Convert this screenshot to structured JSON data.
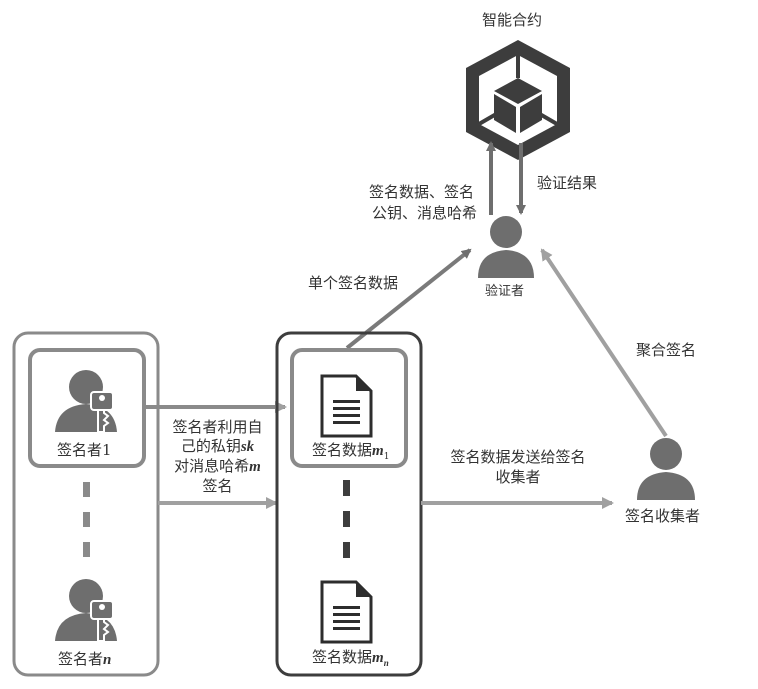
{
  "diagram": {
    "nodes": {
      "smart_contract": {
        "label": "智能合约"
      },
      "verifier": {
        "label": "验证者"
      },
      "collector": {
        "label": "签名收集者"
      },
      "signer_1": {
        "label": "签名者",
        "index": "1"
      },
      "signer_n": {
        "label": "签名者",
        "index": "n"
      },
      "sig_data_1": {
        "label": "签名数据",
        "var": "m",
        "sub": "1"
      },
      "sig_data_n": {
        "label": "签名数据",
        "var": "m",
        "sub": "n"
      }
    },
    "edges": {
      "to_contract": {
        "label_line1": "签名数据、签名",
        "label_line2": "公钥、消息哈希"
      },
      "verify_result": {
        "label": "验证结果"
      },
      "single_sig": {
        "label": "单个签名数据"
      },
      "aggregate": {
        "label": "聚合签名"
      },
      "send_collector": {
        "label_line1": "签名数据发送给签名",
        "label_line2": "收集者"
      },
      "sign": {
        "line1": "签名者利用自",
        "line2_pre": "己的私钥",
        "line2_var": "sk",
        "line3_pre": "对消息哈希",
        "line3_var": "m",
        "line4": "签名"
      }
    },
    "colors": {
      "dark": "#3d3d3d",
      "mid": "#6e6e6e",
      "light": "#9a9a9a",
      "box_border": "#8a8a8a"
    }
  }
}
